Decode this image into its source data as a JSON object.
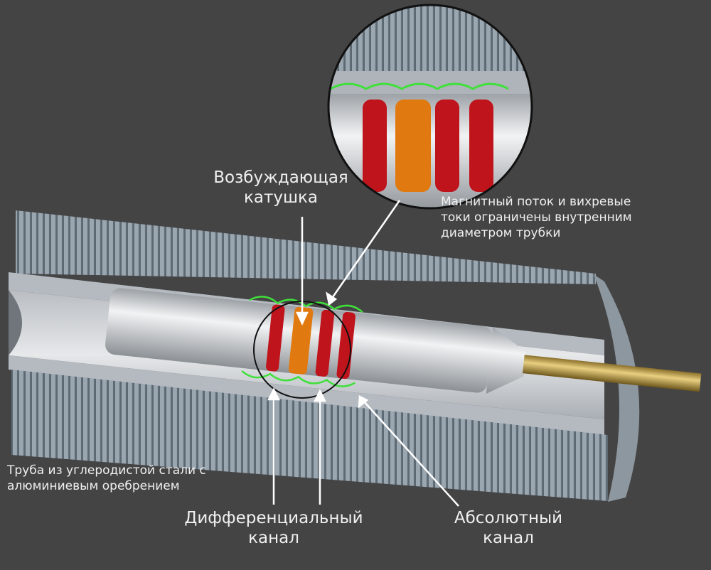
{
  "labels": {
    "excitation_coil": [
      "Возбуждающая",
      "катушка"
    ],
    "flux_note": [
      "Магнитный поток и вихревые",
      "токи ограничены внутренним",
      "диаметром трубки"
    ],
    "tube": [
      "Труба из углеродистой стали с",
      "алюминиевым оребрением"
    ],
    "differential": [
      "Дифференциальный",
      "канал"
    ],
    "absolute": [
      "Абсолютный",
      "канал"
    ]
  },
  "colors": {
    "background": "#444444",
    "fins": "#8e9ba6",
    "coil_red": "#c0141c",
    "coil_orange": "#e07a10",
    "field_lines": "#3fe03a",
    "rod": "#b89a45"
  }
}
